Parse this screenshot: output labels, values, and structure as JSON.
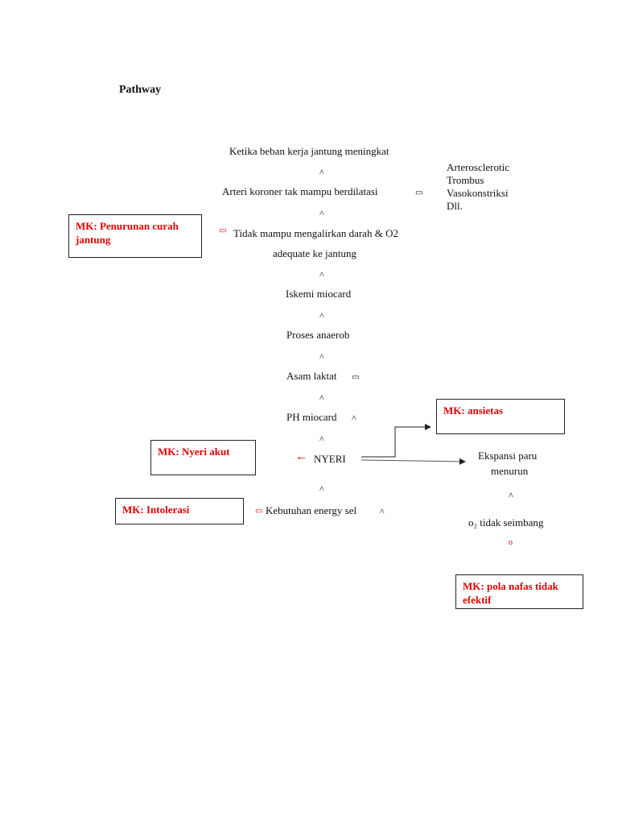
{
  "title": "Pathway",
  "nodes": {
    "n1": "Ketika beban kerja jantung meningkat",
    "n2": "Arteri koroner tak mampu berdilatasi",
    "n3a": "Tidak mampu mengalirkan darah & O2",
    "n3b": "adequate ke jantung",
    "n4": "Iskemi miocard",
    "n5": "Proses anaerob",
    "n6": "Asam laktat",
    "n7": "PH miocard",
    "n8": "NYERI",
    "n9": "Kebutuhan energy sel",
    "e1a": "Ekspansi paru",
    "e1b": "menurun",
    "e2": "o₂ tidak seimbang"
  },
  "causes": [
    "Arterosclerotic",
    "Trombus",
    "Vasokonstriksi",
    "Dll."
  ],
  "mk": {
    "curah": "MK: Penurunan curah jantung",
    "ansietas": "MK: ansietas",
    "nyeri": "MK: Nyeri akut",
    "intoleransi": "MK: Intolerasi",
    "nafas": "MK: pola nafas tidak efektif"
  },
  "glyphs": {
    "caret": "^",
    "left_arrow": "←",
    "dash": "▭",
    "oval": "ο"
  },
  "colors": {
    "mk_text": "#e00000",
    "line": "#222222"
  }
}
